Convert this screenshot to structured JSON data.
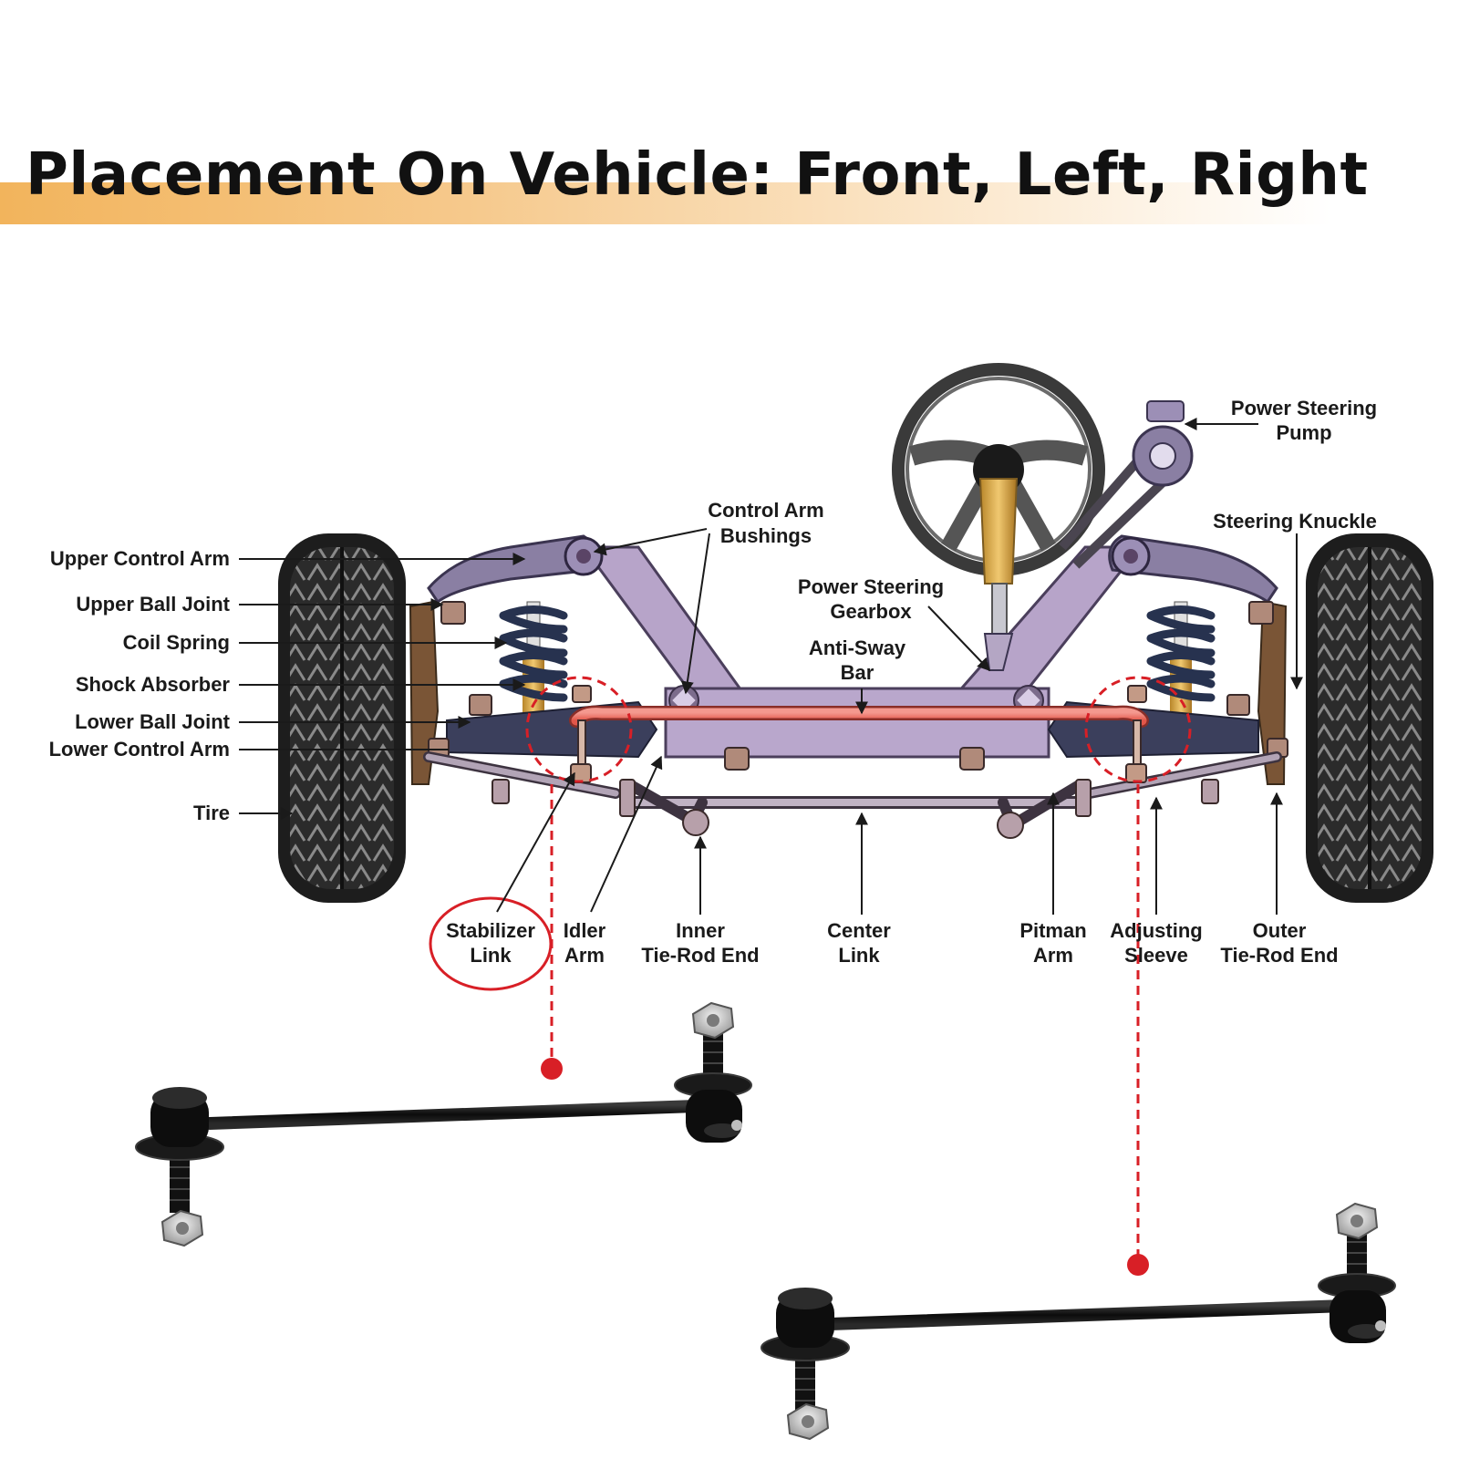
{
  "title": "Placement On Vehicle: Front, Left, Right",
  "labels": {
    "upper_control_arm": "Upper Control Arm",
    "upper_ball_joint": "Upper Ball Joint",
    "coil_spring": "Coil Spring",
    "shock_absorber": "Shock Absorber",
    "lower_ball_joint": "Lower Ball Joint",
    "lower_control_arm": "Lower Control Arm",
    "tire": "Tire",
    "control_arm_bushings_1": "Control Arm",
    "control_arm_bushings_2": "Bushings",
    "power_steering_gearbox_1": "Power Steering",
    "power_steering_gearbox_2": "Gearbox",
    "anti_sway_bar_1": "Anti-Sway",
    "anti_sway_bar_2": "Bar",
    "power_steering_pump_1": "Power Steering",
    "power_steering_pump_2": "Pump",
    "steering_knuckle": "Steering Knuckle",
    "stabilizer_link_1": "Stabilizer",
    "stabilizer_link_2": "Link",
    "idler_arm_1": "Idler",
    "idler_arm_2": "Arm",
    "inner_tie_rod_1": "Inner",
    "inner_tie_rod_2": "Tie-Rod End",
    "center_link_1": "Center",
    "center_link_2": "Link",
    "pitman_arm_1": "Pitman",
    "pitman_arm_2": "Arm",
    "adjusting_sleeve_1": "Adjusting",
    "adjusting_sleeve_2": "Sleeve",
    "outer_tie_rod_1": "Outer",
    "outer_tie_rod_2": "Tie-Rod End"
  },
  "colors": {
    "accent_band": "#f2b45c",
    "highlight_red": "#d81f26",
    "frame_purple": "#b7a4c9",
    "tire_dark": "#2a2a2a",
    "link_black": "#141414"
  }
}
